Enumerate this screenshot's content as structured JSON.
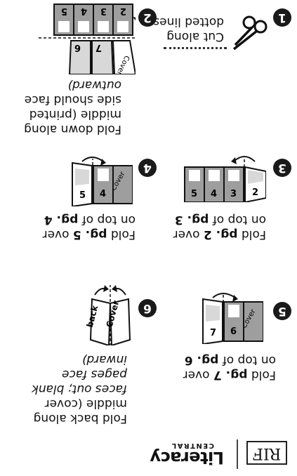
{
  "brand": {
    "name": "Literacy",
    "sub": "CENTRAL",
    "logo": "RIF"
  },
  "steps": [
    {
      "number": "1",
      "line1": "Cut along",
      "line2": "dotted lines."
    },
    {
      "number": "2",
      "line1": "Fold down along",
      "line2": "middle (printed",
      "line3": "side should face",
      "line4": "outward)"
    },
    {
      "number": "3",
      "line1_pre": "Fold ",
      "line1_bold": "pg. 2",
      "line1_post": " over",
      "line2_pre": "on top of ",
      "line2_bold": "pg. 3"
    },
    {
      "number": "4",
      "line1_pre": "Fold ",
      "line1_bold": "pg. 5",
      "line1_post": " over",
      "line2_pre": "on top of ",
      "line2_bold": "pg. 4"
    },
    {
      "number": "5",
      "line1_pre": "Fold ",
      "line1_bold": "pg. 7",
      "line1_post": " over",
      "line2_pre": "on top of ",
      "line2_bold": "pg. 6"
    },
    {
      "number": "6",
      "line1": "Fold back along",
      "line2": "middle (cover",
      "line3": "faces out; blank",
      "line4": "pages face",
      "line5": "inward)"
    }
  ],
  "labels": {
    "cover": "Cover",
    "back": "back",
    "p2": "2",
    "p3": "3",
    "p4": "4",
    "p5": "5",
    "p6": "6",
    "p7": "7"
  },
  "colors": {
    "panel_gray": "#9e9e9e",
    "panel_light": "#d8d8d8",
    "ink": "#1a1a1a"
  }
}
